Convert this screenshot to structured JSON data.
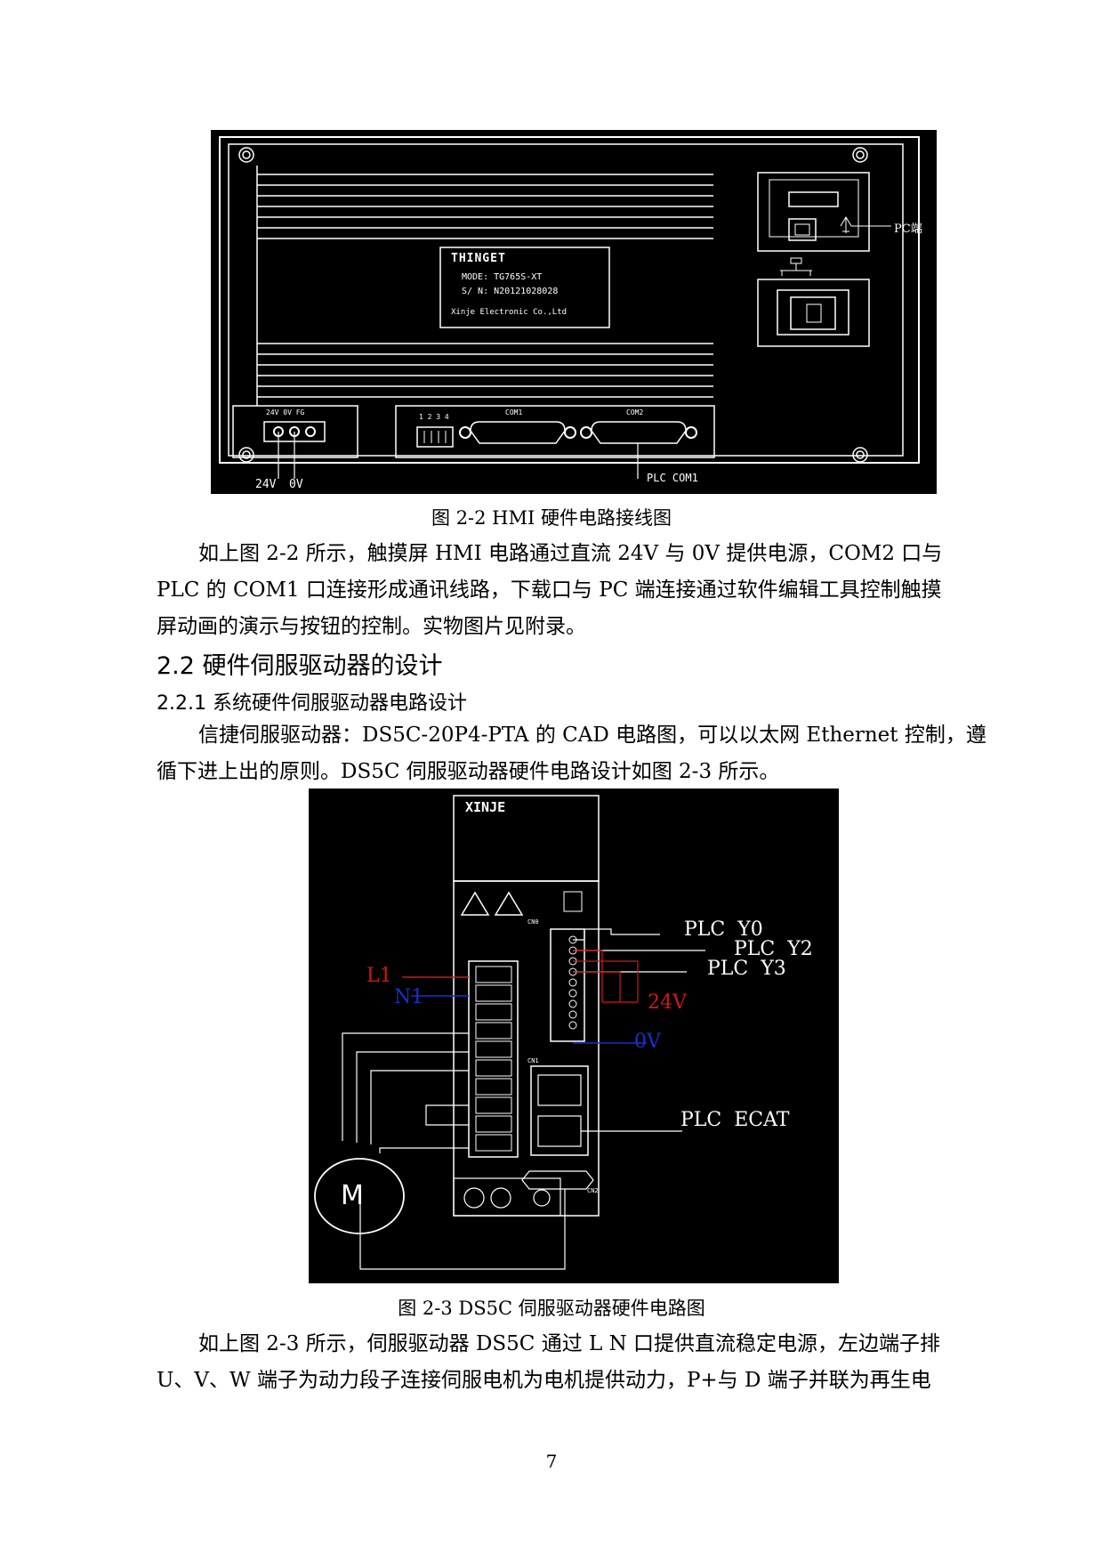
{
  "figure1": {
    "brand": "THINGET",
    "model_line": "MODE: TG765S-XT",
    "serial_line": "S/ N: N20121028028",
    "company": "Xinje Electronic Co.,Ltd",
    "power_header": "24V 0V FG",
    "dip_numbers": "1 2 3 4",
    "com1_label": "COM1",
    "com2_label": "COM2",
    "pc_label": "PC端",
    "label_24v": "24V",
    "label_0v": "0V",
    "plc_com1": "PLC COM1",
    "caption": "图 2-2  HMI 硬件电路接线图"
  },
  "para1": {
    "line1": "如上图 2-2 所示，触摸屏 HMI 电路通过直流 24V 与 0V 提供电源，COM2 口与",
    "line2": "PLC 的 COM1 口连接形成通讯线路，下载口与 PC 端连接通过软件编辑工具控制触摸",
    "line3": "屏动画的演示与按钮的控制。实物图片见附录。"
  },
  "section_heading": "2.2  硬件伺服驱动器的设计",
  "subsection_heading": "2.2.1 系统硬件伺服驱动器电路设计",
  "para2": {
    "line1": "信捷伺服驱动器：DS5C-20P4-PTA 的 CAD 电路图，可以以太网 Ethernet 控制，遵",
    "line2": "循下进上出的原则。DS5C 伺服驱动器硬件电路设计如图 2-3 所示。"
  },
  "figure2": {
    "brand": "XINJE",
    "label_l1": "L1",
    "label_n1": "N1",
    "plc_y0": "PLC  Y0",
    "plc_y2": "PLC  Y2",
    "plc_y3": "PLC  Y3",
    "label_24v": "24V",
    "label_0v": "0V",
    "plc_ecat": "PLC  ECAT",
    "motor": "M",
    "cn0": "CN0",
    "cn1": "CN1",
    "cn2": "CN2",
    "caption": "图 2-3  DS5C 伺服驱动器硬件电路图",
    "colors": {
      "red": "#d01818",
      "blue": "#1830d0",
      "line": "#ffffff"
    }
  },
  "para3": {
    "line1": "如上图 2-3 所示，伺服驱动器 DS5C 通过 L N 口提供直流稳定电源，左边端子排",
    "line2": "U、V、W 端子为动力段子连接伺服电机为电机提供动力，P+与 D 端子并联为再生电"
  },
  "page_number": "7"
}
